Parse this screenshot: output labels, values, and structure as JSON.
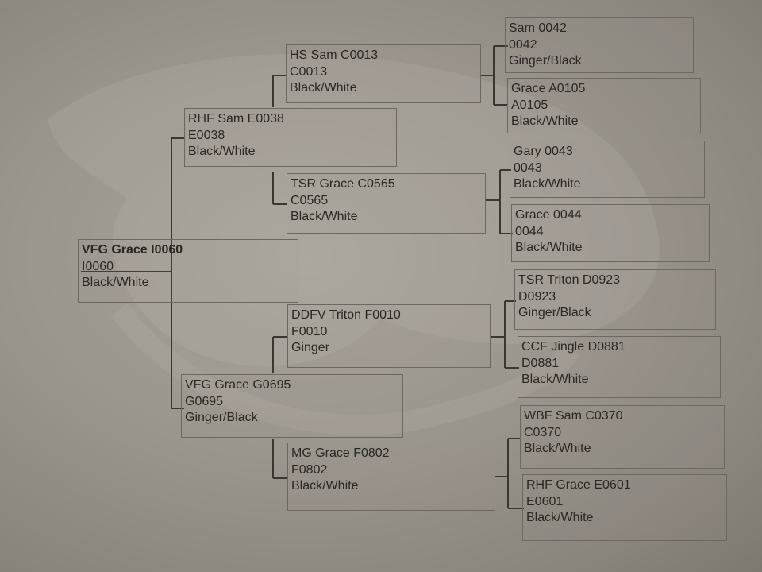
{
  "pedigree": {
    "root": {
      "name": "VFG Grace I0060",
      "id": "I0060",
      "color": "Black/White"
    },
    "sire": {
      "name": "RHF Sam E0038",
      "id": "E0038",
      "color": "Black/White"
    },
    "dam": {
      "name": "VFG Grace G0695",
      "id": "G0695",
      "color": "Ginger/Black"
    },
    "sire_sire": {
      "name": "HS Sam C0013",
      "id": "C0013",
      "color": "Black/White"
    },
    "sire_dam": {
      "name": "TSR Grace C0565",
      "id": "C0565",
      "color": "Black/White"
    },
    "dam_sire": {
      "name": "DDFV Triton F0010",
      "id": "F0010",
      "color": "Ginger"
    },
    "dam_dam": {
      "name": "MG Grace F0802",
      "id": "F0802",
      "color": "Black/White"
    },
    "ggp": [
      {
        "name": "Sam 0042",
        "id": "0042",
        "color": "Ginger/Black"
      },
      {
        "name": "Grace A0105",
        "id": "A0105",
        "color": "Black/White"
      },
      {
        "name": "Gary 0043",
        "id": "0043",
        "color": "Black/White"
      },
      {
        "name": "Grace 0044",
        "id": "0044",
        "color": "Black/White"
      },
      {
        "name": "TSR Triton D0923",
        "id": "D0923",
        "color": "Ginger/Black"
      },
      {
        "name": "CCF Jingle D0881",
        "id": "D0881",
        "color": "Black/White"
      },
      {
        "name": "WBF Sam C0370",
        "id": "C0370",
        "color": "Black/White"
      },
      {
        "name": "RHF Grace E0601",
        "id": "E0601",
        "color": "Black/White"
      }
    ]
  },
  "colors": {
    "background": "#9a958d",
    "text": "#2a2724",
    "line": "#3a3631",
    "border": "#6c6761"
  }
}
